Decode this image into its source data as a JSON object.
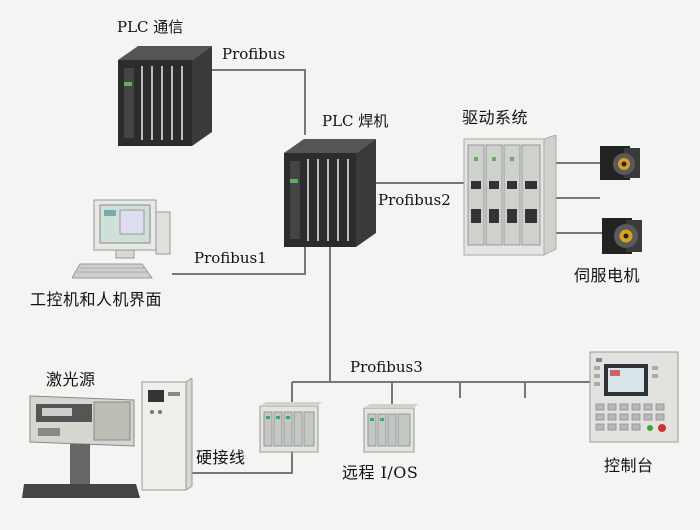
{
  "labels": {
    "plc_comm": "PLC 通信",
    "profibus": "Profibus",
    "plc_weld": "PLC 焊机",
    "drive_system": "驱动系统",
    "profibus2": "Profibus2",
    "servo_motor": "伺服电机",
    "profibus1": "Profibus1",
    "ipc_hmi": "工控机和人机界面",
    "laser_source": "激光源",
    "profibus3": "Profibus3",
    "hardwire": "硬接线",
    "remote_io": "远程 I/OS",
    "console": "控制台"
  },
  "colors": {
    "background": "#f4f4f2",
    "line": "#777777",
    "plc_body": "#2c2c2c",
    "cabinet": "#e4e6e2"
  }
}
